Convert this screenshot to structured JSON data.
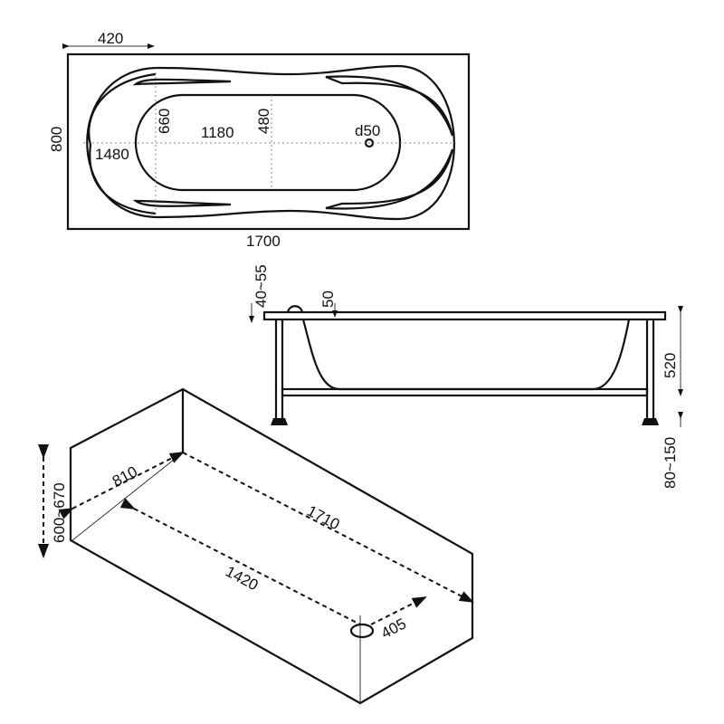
{
  "top_view": {
    "width_left_offset": "420",
    "overall_width": "800",
    "rim_inner": "660",
    "inner_length": "1180",
    "inner_width": "480",
    "drain": "d50",
    "outer_length": "1480",
    "overall_length": "1700"
  },
  "side_view": {
    "rim_thickness": "40~55",
    "rim_offset": "50",
    "height": "520",
    "leg_adjust": "80~150"
  },
  "iso_view": {
    "niche_width": "810",
    "niche_length": "1710",
    "niche_height": "600~670",
    "bottom_length": "1420",
    "drain_offset": "405"
  }
}
